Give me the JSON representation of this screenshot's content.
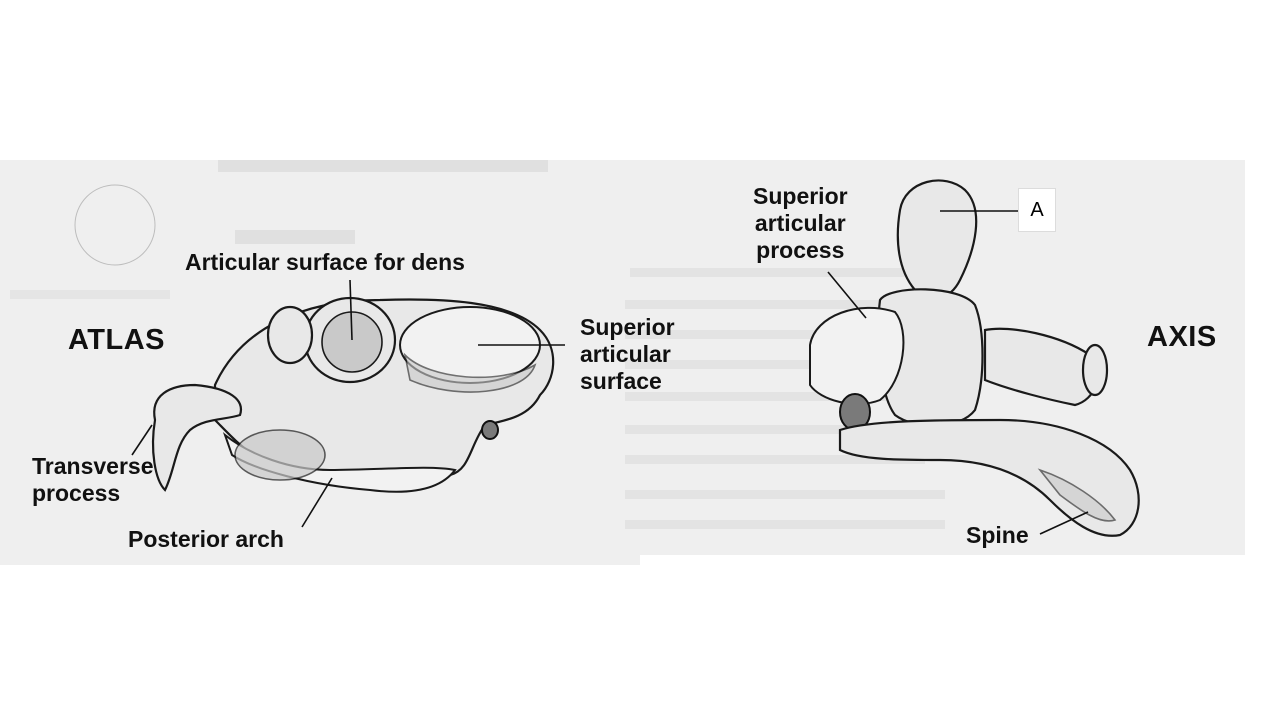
{
  "atlas": {
    "title": "ATLAS",
    "labels": {
      "articular_surface_dens": "Articular surface for dens",
      "superior_articular_surface": "Superior\narticular\nsurface",
      "transverse_process": "Transverse\nprocess",
      "posterior_arch": "Posterior arch"
    }
  },
  "axis": {
    "title": "AXIS",
    "labels": {
      "superior_articular_process": "Superior\narticular\nprocess",
      "spine": "Spine"
    },
    "marker": "A"
  },
  "colors": {
    "background": "#ffffff",
    "panel": "#efefef",
    "ink": "#111111"
  }
}
